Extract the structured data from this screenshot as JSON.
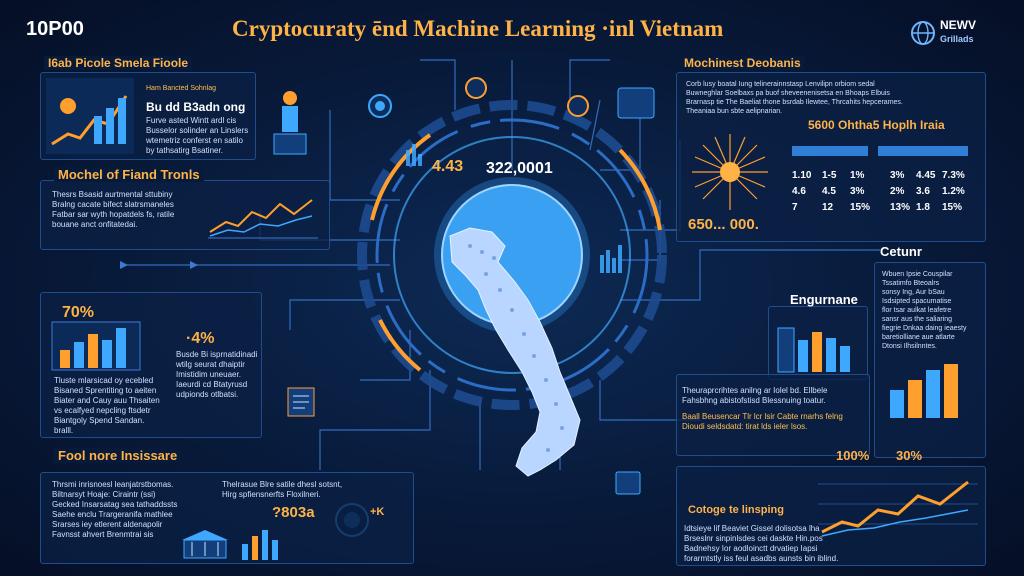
{
  "header": {
    "left_label": "10P00",
    "title": "Cryptocuraty ēnd Machine Learning ·inl Vietnam",
    "logo_line1": "NEWV",
    "logo_line2": "Grillads"
  },
  "panels": {
    "top_left": {
      "title": "I6ab Picole Smela Fioole",
      "subtitle": "Ham Bancted Sohnlag",
      "heading": "Bu dd B3adn ong",
      "body": "Furve asted Wintt ardl cis\nBusselor solinder an Linslers\nwtemetriz conferst en satilo\nby tathsatirg Bsatiner."
    },
    "machine_trends": {
      "title": "Mochel of Fiand Tronls",
      "body": "Thesrs Bsasid aurtmental sttubiny\nBralng cacate bifect slatrsmaneles\nFatbar sar wyth hopatdels fs, ratile\nbouane anct onfitatedai."
    },
    "left_stats": {
      "stat_a": "70%",
      "stat_b": "·4%",
      "body_a": "Tluste mlarsicad oy ecebled\nBisaned Sprentiting to aeiten\nBiater and Cauy auu Thsaiten\nvs ecalfyed nepcling ftsdetr\nBiantgoly Spend Sandan.\nbralll.",
      "body_b": "Busde Bi isprnatidinadi\nwtilg seurat dhaiptir\nImistidim uneuaer.\nIaeurdi cd Btatyrusd\nudpionds otlbatsi."
    },
    "bottom_left": {
      "title": "Fool nore Insissare",
      "body_a": "Thrsmi inrisnoesl leanjatrstbomas.\nBiltnarsyt Hoaje: Ciraintr (ssi)\nGecked Insarsatag sea tathaddssts\nSaehe enclu Trargeranifa mathlee\nSrarses iey etlerent aldenapolir\nFavnsst ahvert Brenmtrai sis",
      "body_b": "Thelrasue Blre satile dhesl sotsnt,\nHirg spfiensnerfts Floxilneri.",
      "stat": "?803a",
      "stat_b": "+K"
    },
    "center": {
      "stat_a": "4.43",
      "stat_b": "322,0001"
    },
    "top_right": {
      "title": "Mochinest Deobanis",
      "body": "Corb lusy boatal Iung telinerainnstasp Lenvilipn orbiom sedal\nBuwneghlar Soelbaxs pa buof sheveenenisetsa en Bhoaps Elbuis\nBrarnasp tie The Baeliat thone bsrdab Ilewtee, Thrcahits hepcerames.\nTheaniaa bun sbte aelipnarian.",
      "stat_title": "5600 Ohtha5 Hoplh Iraia",
      "stat_big": "650... 000.",
      "table": [
        [
          "1.10",
          "1-5",
          "1%",
          "3%",
          "4.45",
          "7.3%"
        ],
        [
          "4.6",
          "4.5",
          "3%",
          "2%",
          "3.6",
          "1.2%"
        ],
        [
          "7",
          "12",
          "15%",
          "13%",
          "1.8",
          "15%"
        ]
      ]
    },
    "cetunr": {
      "title": "Cetunr",
      "body": "Wbuen Ipsie Couspilar\nTssatimfo Bteoalrs\nsonsy Ing, Aur bSau\nIsdsipted spacumatise\nflor tsar aulkat leafetre\nsansr aus the saliaring\nfiegrie Dnkaa daing ieaesty\nbaretiolliane aue atlarte\nDtonsi Ilhsilnntes."
    },
    "engurnane": {
      "title": "Engurnane",
      "body_a": "Theuraprcrihtes anilng ar Iolel bd. Ellbele\nFahsbhng abistofstisd Blessnuing toatur.",
      "body_b": "Baall Beusencar Tlr lcr lsir Cabte rnarhs felng\nDioudi seldsdatd: tirat lds ieler lsos."
    },
    "bottom_right": {
      "title": "Cotoge te linsping",
      "stat_a": "100%",
      "stat_b": "30%",
      "body": "Idtsieye lif Beaviet Gissel dolisotsa lha\nBrseslnr sinpinlsdes cei daskte Hin.pos\nBadnehsy Ior aodloinctt drvatiep Iapsi\nforarmtstly iss feul asadbs aunsts bin iblind."
    }
  },
  "colors": {
    "accent_orange": "#ffb347",
    "accent_cyan": "#3ea8ff",
    "panel_border": "#1f4d8c",
    "background": "#081a3a"
  }
}
